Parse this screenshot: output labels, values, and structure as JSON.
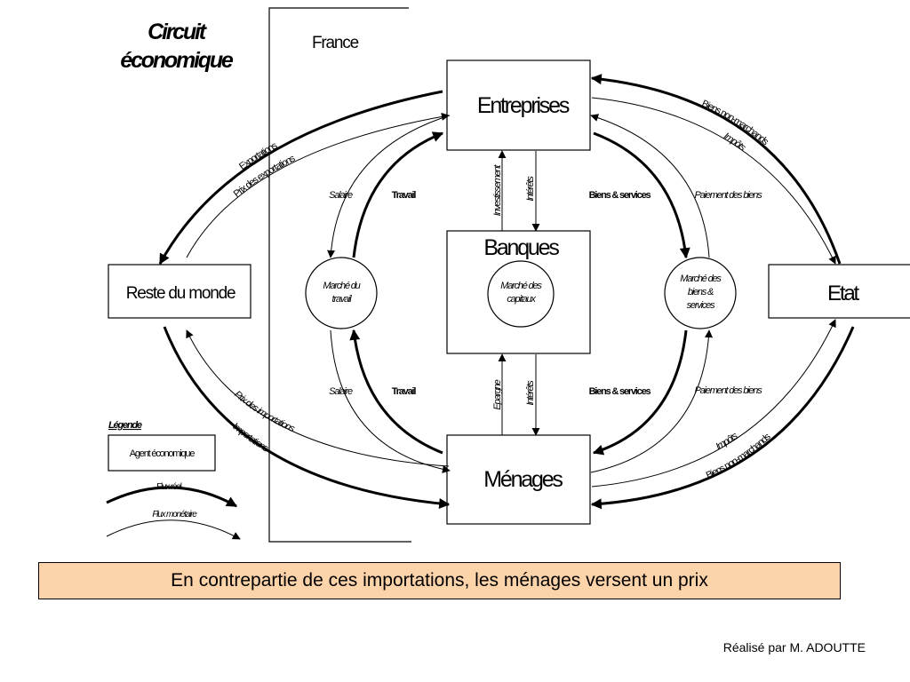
{
  "title_line1": "Circuit",
  "title_line2": "économique",
  "country": "France",
  "agents": {
    "entreprises": "Entreprises",
    "banques": "Banques",
    "menages": "Ménages",
    "reste_du_monde": "Reste du monde",
    "etat": "Etat"
  },
  "markets": {
    "travail_line1": "Marché du",
    "travail_line2": "travail",
    "capitaux_line1": "Marché des",
    "capitaux_line2": "capitaux",
    "biens_line1": "Marché des",
    "biens_line2": "biens &",
    "biens_line3": "services"
  },
  "flows": {
    "salaire_top": "Salaire",
    "travail_top": "Travail",
    "salaire_bottom": "Salaire",
    "travail_bottom": "Travail",
    "biens_services_top": "Biens & services",
    "paiement_top": "Paiement des biens",
    "biens_services_bottom": "Biens & services",
    "paiement_bottom": "Paiement des biens",
    "investissement": "Investissement",
    "interets_top": "Intérêts",
    "epargne": "Epargne",
    "interets_bottom": "Intérêts",
    "exportations": "Exportations",
    "prix_exportations": "Prix des exportations",
    "prix_importations": "Prix des importations",
    "importations": "Importations",
    "biens_non_marchands_top": "Biens non-marchands",
    "impots_top": "Impôts",
    "impots_bottom": "Impôts",
    "biens_non_marchands_bottom": "Biens non-marchands"
  },
  "legend": {
    "title": "Légende",
    "agent": "Agent économique",
    "flux_reel": "Flux réel",
    "flux_monetaire": "Flux monétaire"
  },
  "caption": "En contrepartie de ces importations, les ménages versent un prix",
  "credit": "Réalisé par M. ADOUTTE",
  "colors": {
    "caption_bg": "#fdd3a9",
    "lines": "#000000"
  }
}
